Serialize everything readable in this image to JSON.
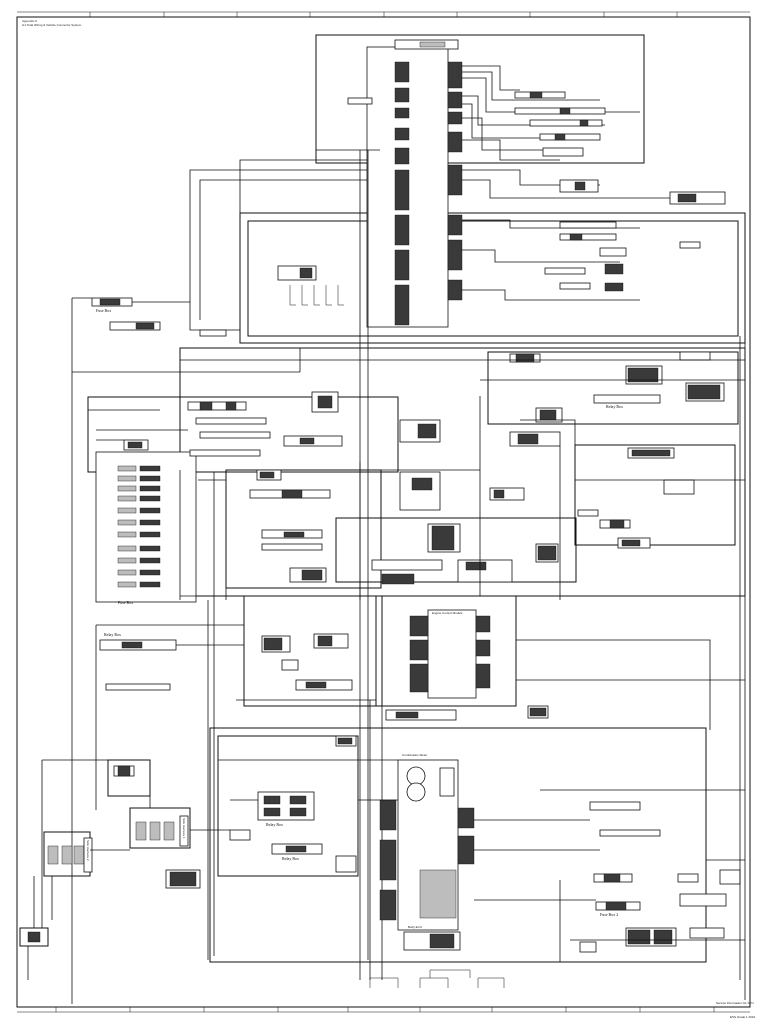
{
  "sheet": {
    "header_line1": "Appendix 0",
    "header_line2": "G1 Total Wiring & Vehicle Connector System",
    "footer_right_1": "Service Information G1 STN",
    "footer_right_2": "ESS Grade 1 2010"
  },
  "labels": {
    "fuse_box_top": "Fuse Box",
    "fuse_box_left": "Fuse Box",
    "relay_box_right": "Relay Box",
    "relay_box_left": "Relay Box",
    "relay_box_lower": "Relay Box",
    "relay_box_bottom": "Relay Box",
    "fuse_box_2": "Fuse Box 2",
    "side_label_1": "Side Harness 1",
    "side_label_2": "Side Harness 2",
    "ecm_title": "Engine Control Module",
    "combination_meter": "Combination Meter",
    "body_ecu": "Body ECU"
  },
  "colors": {
    "ink": "#111111",
    "connector_dark": "#3a3a3a",
    "connector_light": "#bdbdbd",
    "paper": "#ffffff"
  }
}
